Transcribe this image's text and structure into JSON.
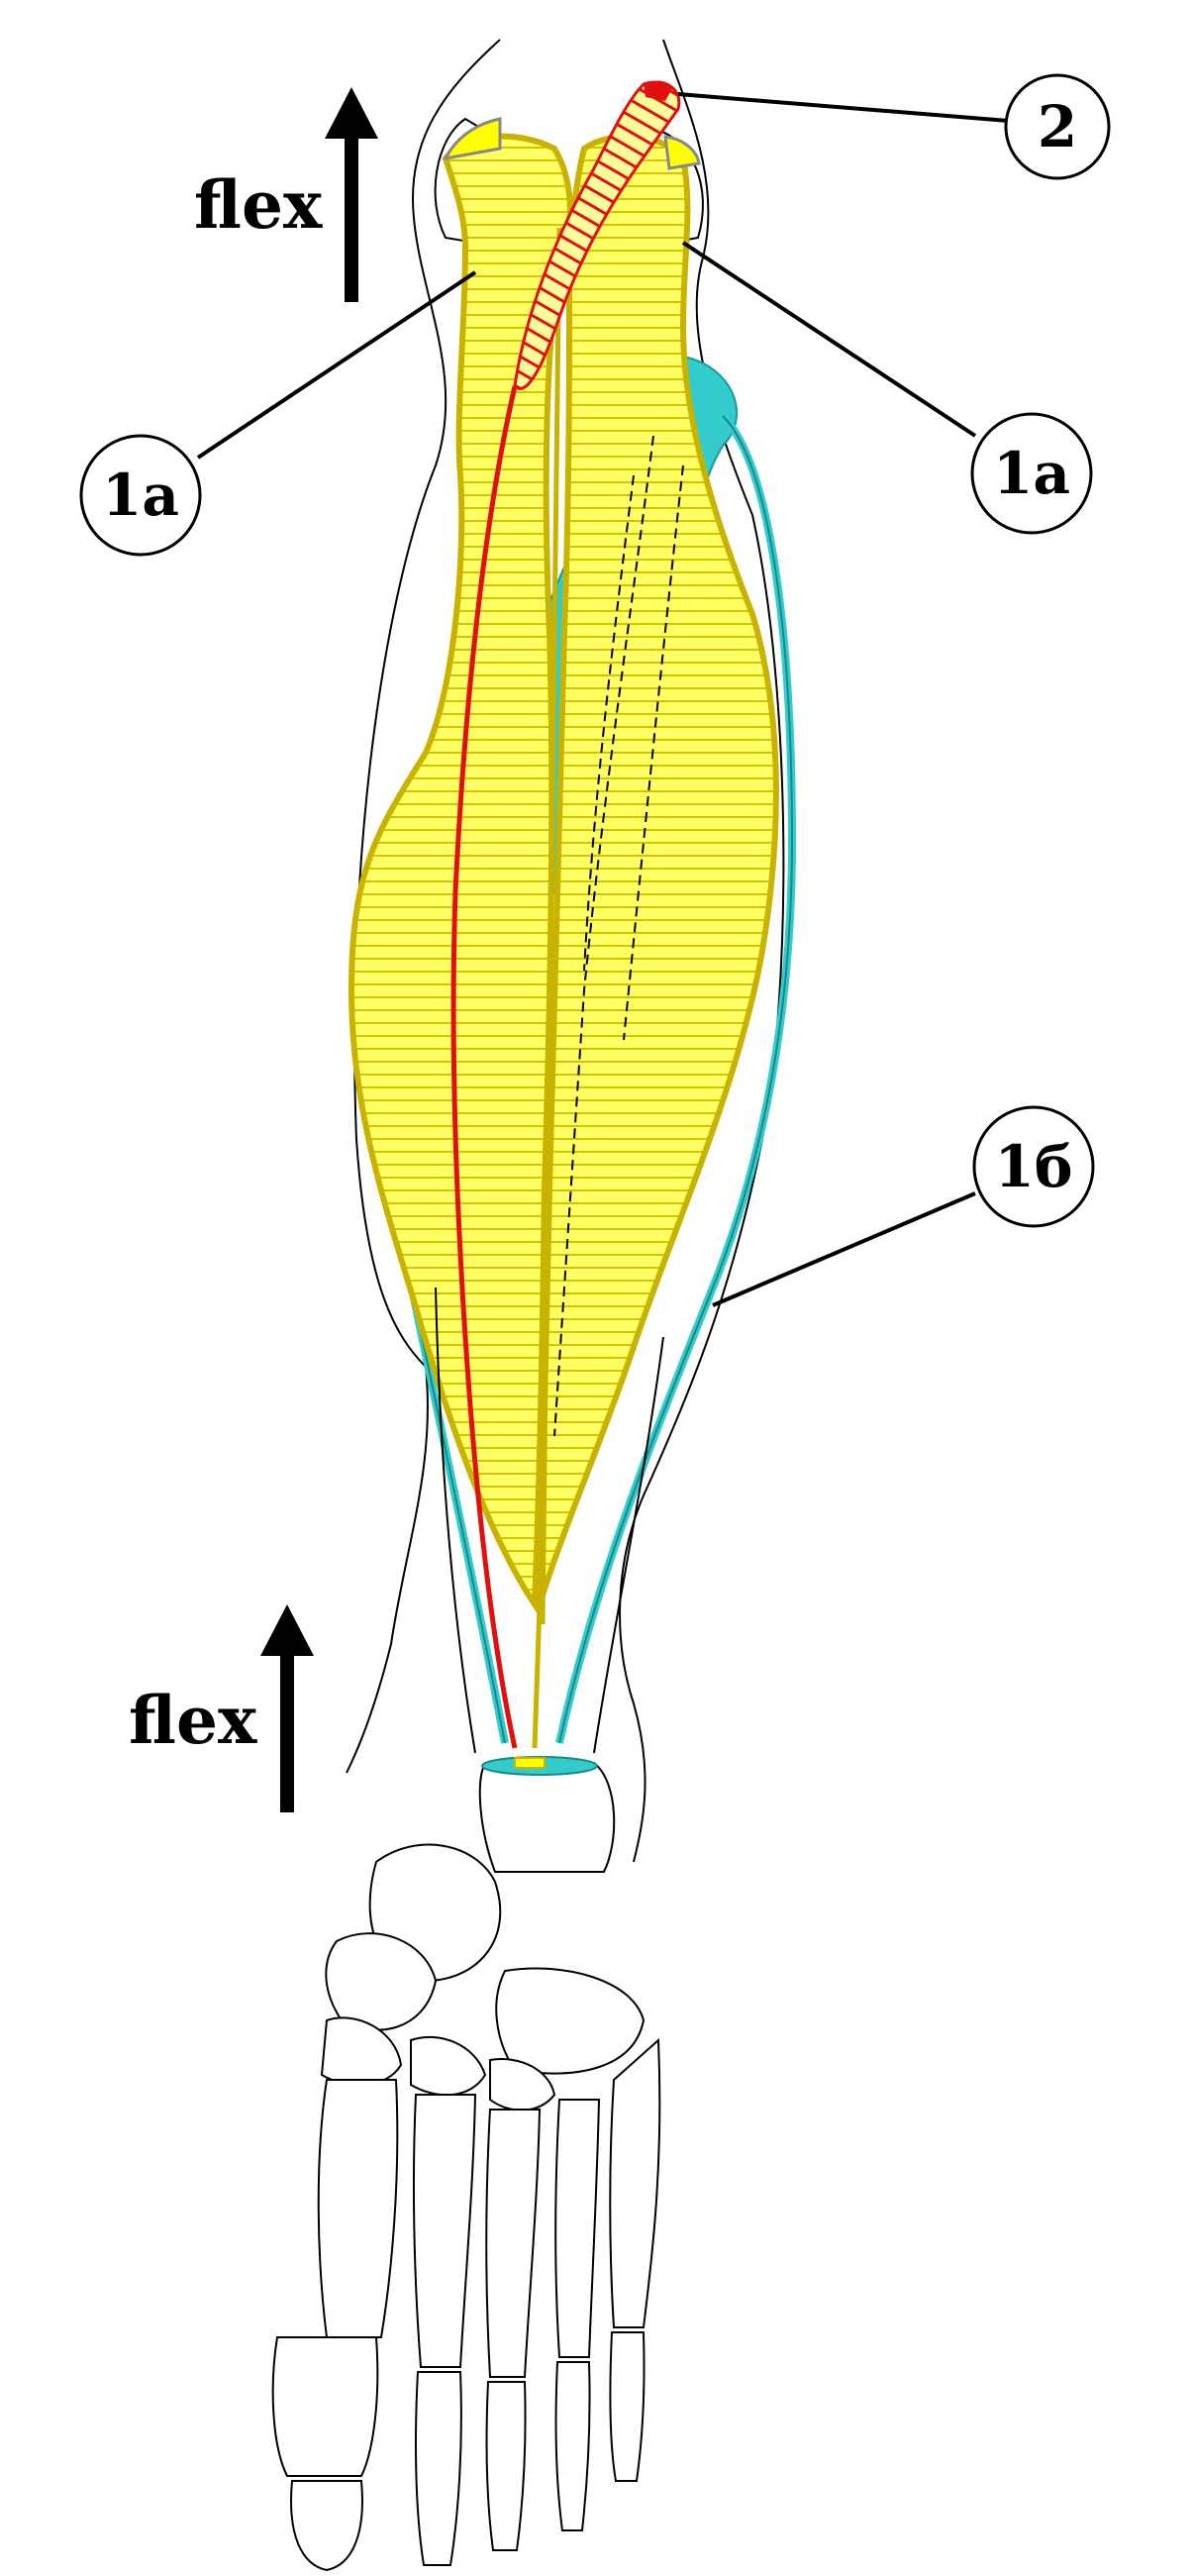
{
  "labels": {
    "flex_top": "flex",
    "flex_bottom": "flex",
    "callout_2": "2",
    "callout_1a_left": "1a",
    "callout_1a_right": "1a",
    "callout_1b": "1б"
  },
  "colors": {
    "background": "#ffffff",
    "muscle_fill": "#ffff66",
    "muscle_outline": "#c8b400",
    "muscle_hatch": "#e8d800",
    "plantaris_red": "#e01010",
    "soleus_cyan": "#33cccc",
    "bone_outline": "#000000",
    "arrow": "#000000"
  }
}
